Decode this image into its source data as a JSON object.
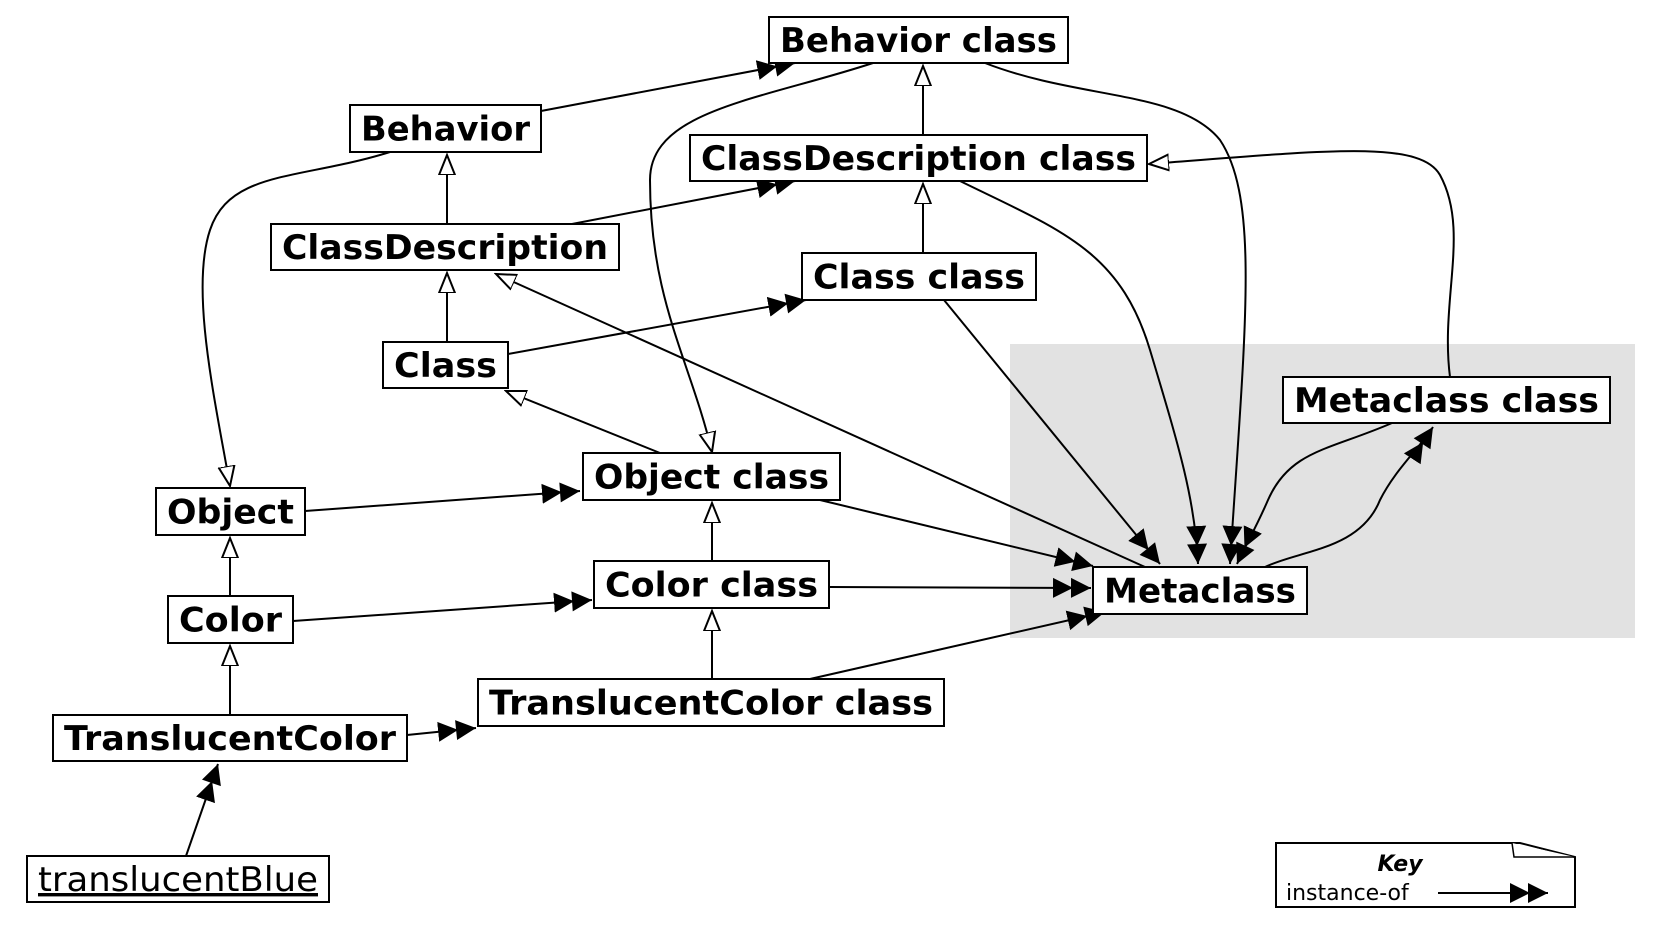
{
  "diagram": {
    "title": "Smalltalk metaclass hierarchy",
    "region_color": "#e2e2e2",
    "nodes": {
      "behavior_class": "Behavior class",
      "behavior": "Behavior",
      "classdescription_class": "ClassDescription class",
      "classdescription": "ClassDescription",
      "class_class": "Class class",
      "class": "Class",
      "metaclass_class": "Metaclass class",
      "object_class": "Object class",
      "object": "Object",
      "metaclass": "Metaclass",
      "color_class": "Color class",
      "color": "Color",
      "translucentcolor_class": "TranslucentColor class",
      "translucentcolor": "TranslucentColor",
      "translucentblue": "translucentBlue"
    },
    "edges": [
      {
        "from": "behavior",
        "to": "behavior_class",
        "type": "instance-of"
      },
      {
        "from": "classdescription",
        "to": "behavior",
        "type": "inherits"
      },
      {
        "from": "classdescription",
        "to": "classdescription_class",
        "type": "instance-of"
      },
      {
        "from": "class",
        "to": "classdescription",
        "type": "inherits"
      },
      {
        "from": "class",
        "to": "class_class",
        "type": "instance-of"
      },
      {
        "from": "classdescription_class",
        "to": "behavior_class",
        "type": "inherits"
      },
      {
        "from": "class_class",
        "to": "classdescription_class",
        "type": "inherits"
      },
      {
        "from": "behavior",
        "to": "object",
        "type": "inherits"
      },
      {
        "from": "behavior_class",
        "to": "object_class",
        "type": "inherits"
      },
      {
        "from": "object_class",
        "to": "class",
        "type": "inherits"
      },
      {
        "from": "metaclass",
        "to": "classdescription",
        "type": "inherits"
      },
      {
        "from": "object",
        "to": "object_class",
        "type": "instance-of"
      },
      {
        "from": "color",
        "to": "object",
        "type": "inherits"
      },
      {
        "from": "color",
        "to": "color_class",
        "type": "instance-of"
      },
      {
        "from": "color_class",
        "to": "object_class",
        "type": "inherits"
      },
      {
        "from": "translucentcolor",
        "to": "color",
        "type": "inherits"
      },
      {
        "from": "translucentcolor",
        "to": "translucentcolor_class",
        "type": "instance-of"
      },
      {
        "from": "translucentcolor_class",
        "to": "color_class",
        "type": "inherits"
      },
      {
        "from": "translucentblue",
        "to": "translucentcolor",
        "type": "instance-of"
      },
      {
        "from": "object_class",
        "to": "metaclass",
        "type": "instance-of"
      },
      {
        "from": "color_class",
        "to": "metaclass",
        "type": "instance-of"
      },
      {
        "from": "translucentcolor_class",
        "to": "metaclass",
        "type": "instance-of"
      },
      {
        "from": "class_class",
        "to": "metaclass",
        "type": "instance-of"
      },
      {
        "from": "classdescription_class",
        "to": "metaclass",
        "type": "instance-of"
      },
      {
        "from": "behavior_class",
        "to": "metaclass",
        "type": "instance-of"
      },
      {
        "from": "metaclass_class",
        "to": "metaclass",
        "type": "instance-of"
      },
      {
        "from": "metaclass",
        "to": "metaclass_class",
        "type": "instance-of"
      },
      {
        "from": "metaclass_class",
        "to": "classdescription_class",
        "type": "inherits"
      }
    ],
    "key": {
      "title": "Key",
      "instance_of_label": "instance-of"
    }
  }
}
